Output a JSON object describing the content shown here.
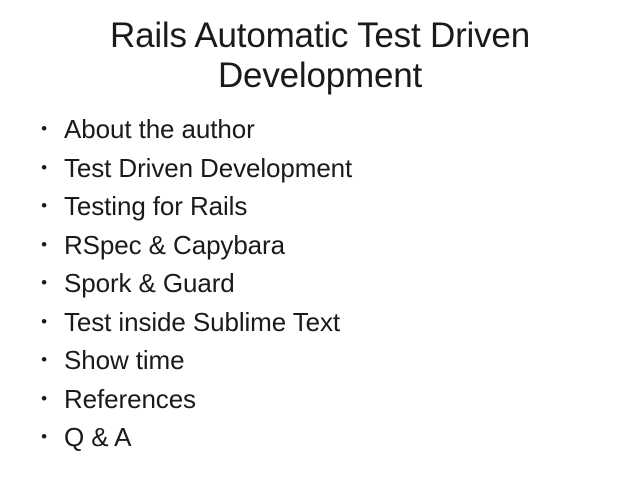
{
  "slide": {
    "background_color": "#ffffff",
    "text_color": "#1a1a1a",
    "title": "Rails Automatic Test Driven\nDevelopment",
    "bullet_marker": "•",
    "bullets": [
      {
        "label": "About the author"
      },
      {
        "label": "Test Driven Development"
      },
      {
        "label": "Testing for Rails"
      },
      {
        "label": "RSpec & Capybara"
      },
      {
        "label": "Spork & Guard"
      },
      {
        "label": "Test inside Sublime Text"
      },
      {
        "label": "Show time"
      },
      {
        "label": "References"
      },
      {
        "label": "Q & A"
      }
    ]
  }
}
